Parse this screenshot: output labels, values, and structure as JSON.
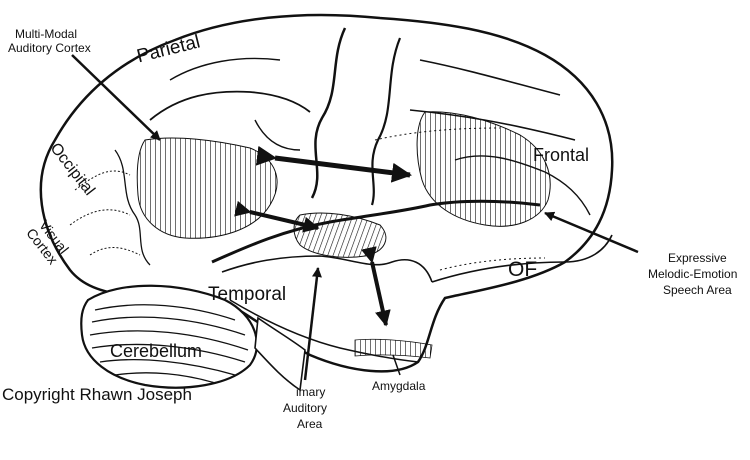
{
  "diagram": {
    "lobe_labels": {
      "parietal": "Parietal",
      "occipital": "Occipital",
      "visual_cortex": "Visual Cortex",
      "frontal": "Frontal",
      "temporal": "Temporal",
      "cerebellum": "Cerebellum",
      "orbitofrontal": "OF"
    },
    "callouts": {
      "multimodal_line1": "Multi-Modal",
      "multimodal_line2": "Auditory Cortex",
      "expressive_line1": "Expressive",
      "expressive_line2": "Melodic-Emotion",
      "expressive_line3": "Speech Area",
      "primary_line1": "imary",
      "primary_line2": "Auditory",
      "primary_line3": "Area",
      "amygdala": "Amygdala"
    },
    "copyright": "Copyright Rhawn Joseph"
  }
}
